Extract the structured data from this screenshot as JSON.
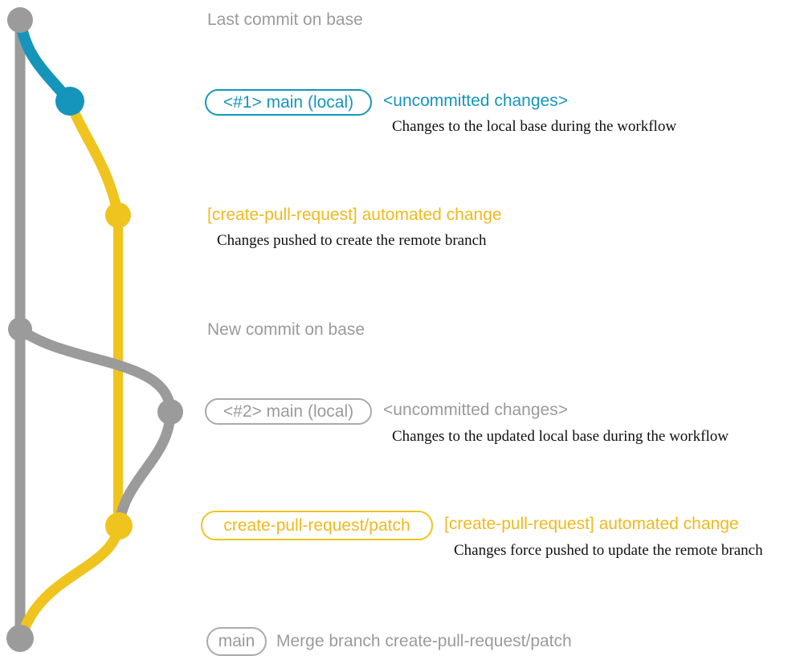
{
  "colors": {
    "branch_gray": "#9b9b9b",
    "branch_blue": "#1595bb",
    "branch_yellow": "#f0c41e",
    "description_text": "#101010",
    "background": "#ffffff"
  },
  "annotations": {
    "last_commit_label": "Last commit on base",
    "new_commit_label": "New commit on base",
    "row_local_1": {
      "badge": "<#1> main (local)",
      "status": "<uncommitted changes>",
      "description": "Changes to the local base during the workflow"
    },
    "row_patch_1": {
      "title": "[create-pull-request] automated change",
      "description": "Changes pushed to create the remote branch"
    },
    "row_local_2": {
      "badge": "<#2> main (local)",
      "status": "<uncommitted changes>",
      "description": "Changes to the updated local base during the workflow"
    },
    "row_patch_2": {
      "badge": "create-pull-request/patch",
      "title": "[create-pull-request] automated change",
      "description": "Changes force pushed to update the remote branch"
    },
    "row_merge": {
      "badge": "main",
      "title": "Merge branch create-pull-request/patch"
    }
  }
}
